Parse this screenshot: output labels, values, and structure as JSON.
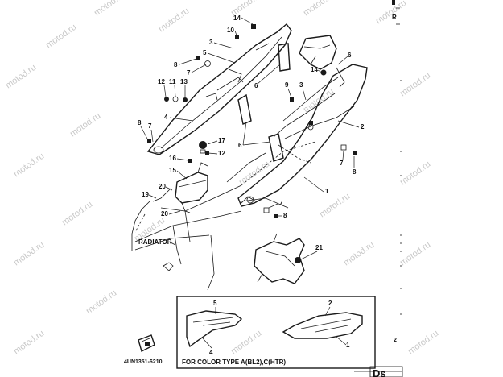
{
  "watermark": "motod.ru",
  "colors": {
    "ink": "#1a1a1a",
    "paper": "#ffffff",
    "watermark": "#c9c9c9"
  },
  "callouts": {
    "c14a": "14",
    "c10": "10",
    "c3a": "3",
    "c5": "5",
    "c8a": "8",
    "c7a": "7",
    "c12a": "12",
    "c11": "11",
    "c13": "13",
    "c6a": "6",
    "c4a": "4",
    "c9": "9",
    "c3b": "3",
    "c6b": "6",
    "c14b": "14",
    "c2a": "2",
    "c8b": "8",
    "c7b": "7",
    "c17": "17",
    "c12b": "12",
    "c16": "16",
    "c15": "15",
    "c6c": "6",
    "c20a": "20",
    "c19": "19",
    "c20b": "20",
    "c1a": "1",
    "c7c": "7",
    "c8c": "8",
    "c21": "21",
    "c8d": "8",
    "c7d": "7",
    "c5b": "5",
    "c2b": "2",
    "c4b": "4",
    "c1b": "1"
  },
  "labels": {
    "radiator": "RADIATOR",
    "color_type": "FOR COLOR TYPE A(BL2),C(HTR)",
    "part_code": "4UN1351-6210",
    "page_code": "Ds",
    "margin_r": "R",
    "margin_2": "2"
  }
}
